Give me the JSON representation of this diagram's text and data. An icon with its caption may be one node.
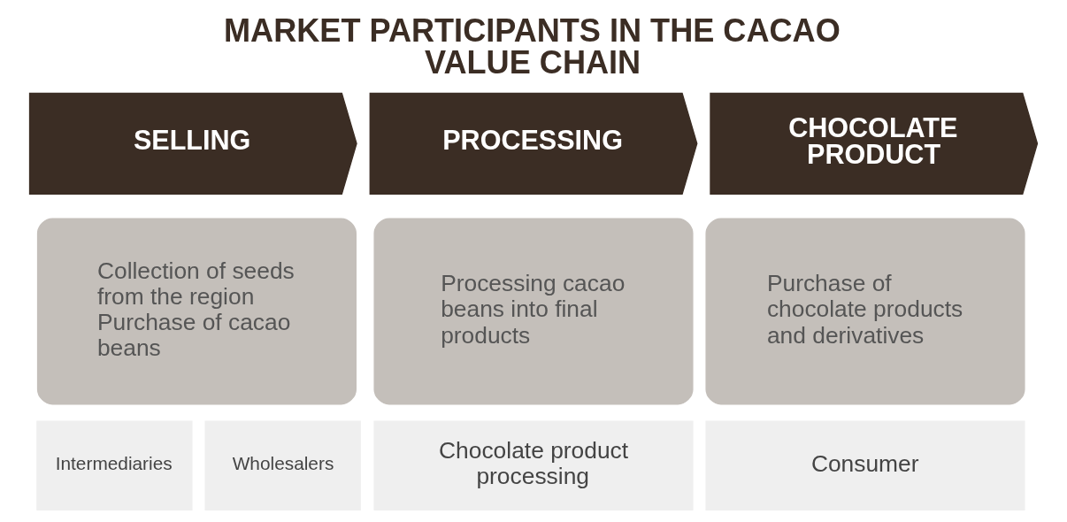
{
  "diagram": {
    "title": "MARKET PARTICIPANTS IN THE CACAO VALUE CHAIN",
    "nodes": [
      {
        "text": [
          "SELLING"
        ]
      },
      {
        "text": [
          "PROCESSING"
        ]
      },
      {
        "text": [
          "CHOCOLATE PRODUCT"
        ]
      },
      {
        "text": [
          "Collection of seeds from the region",
          "Purchase of cacao beans"
        ]
      },
      {
        "text": [
          "Processing cacao beans into final products"
        ]
      },
      {
        "text": [
          "Purchase of chocolate products and derivatives"
        ]
      },
      {
        "text": [
          "Intermediaries"
        ]
      },
      {
        "text": [
          "Wholesalers"
        ]
      },
      {
        "text": [
          "Chocolate product processing"
        ]
      },
      {
        "text": [
          "Consumer"
        ]
      }
    ],
    "edges": []
  }
}
